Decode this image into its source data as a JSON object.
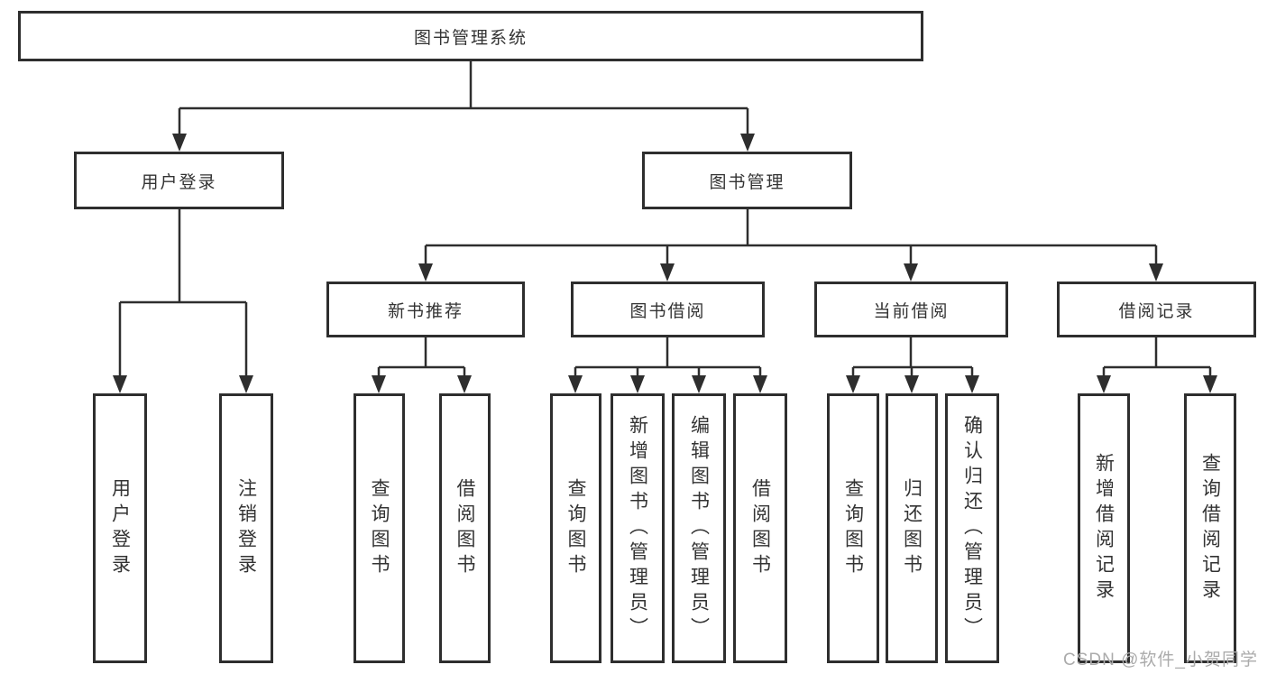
{
  "root": {
    "label": "图书管理系统"
  },
  "branches": [
    {
      "label": "用户登录",
      "children": [
        {
          "label": "用户登录"
        },
        {
          "label": "注销登录"
        }
      ]
    },
    {
      "label": "图书管理",
      "children": [
        {
          "label": "新书推荐",
          "children": [
            {
              "label": "查询图书"
            },
            {
              "label": "借阅图书"
            }
          ]
        },
        {
          "label": "图书借阅",
          "children": [
            {
              "label": "查询图书"
            },
            {
              "label": "新增图书（管理员）"
            },
            {
              "label": "编辑图书（管理员）"
            },
            {
              "label": "借阅图书"
            }
          ]
        },
        {
          "label": "当前借阅",
          "children": [
            {
              "label": "查询图书"
            },
            {
              "label": "归还图书"
            },
            {
              "label": "确认归还（管理员）"
            }
          ]
        },
        {
          "label": "借阅记录",
          "children": [
            {
              "label": "新增借阅记录"
            },
            {
              "label": "查询借阅记录"
            }
          ]
        }
      ]
    }
  ],
  "watermark": {
    "text": "CSDN @软件_小贺同学"
  },
  "colors": {
    "line": "#2e2e2e",
    "border": "#2e2e2e",
    "text": "#333333",
    "watermark": "#ababab",
    "background": "#ffffff"
  }
}
